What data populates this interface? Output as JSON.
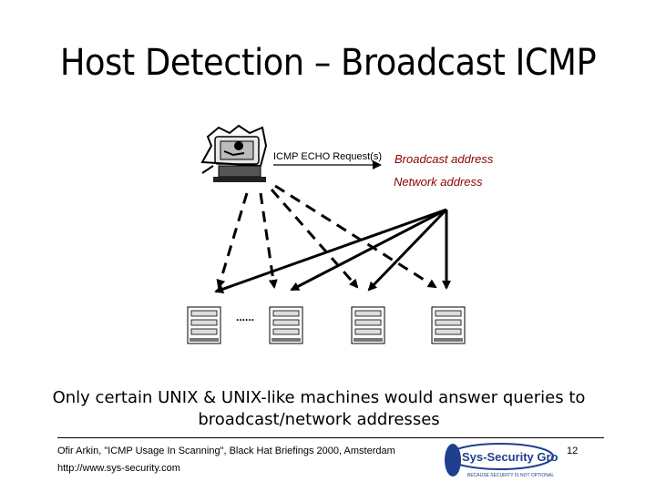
{
  "slide": {
    "title": "Host Detection – Broadcast ICMP",
    "caption": "Only certain UNIX & UNIX-like machines would answer queries to broadcast/network addresses",
    "footer_citation": "Ofir Arkin, \"ICMP Usage In Scanning\", Black Hat Briefings 2000, Amsterdam",
    "footer_url": "http://www.sys-security.com",
    "page_number": "12"
  },
  "diagram": {
    "request_label": "ICMP ECHO Request(s)",
    "broadcast_label": "Broadcast address",
    "network_label": "Network address",
    "ellipsis": "......",
    "attacker_icon": "attacker-computer-icon",
    "host_icon": "server-host-icon",
    "label_color": "#8b0000"
  },
  "logo": {
    "text": "Sys-Security Group",
    "tagline": "BECAUSE SECURITY IS NOT OPTIONAL",
    "color": "#1f3f8f"
  }
}
